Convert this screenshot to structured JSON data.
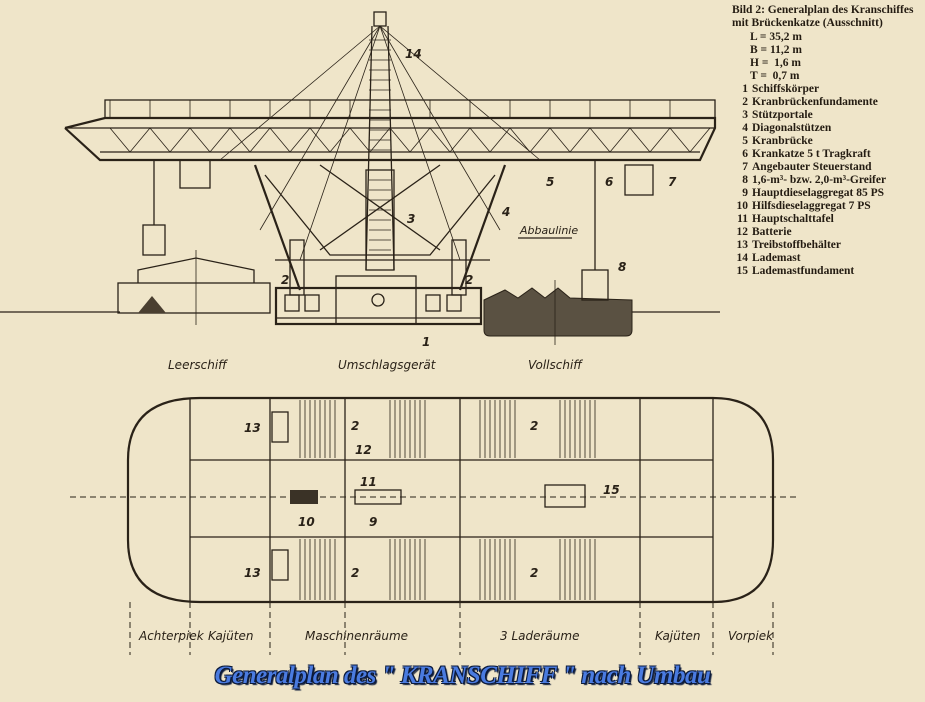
{
  "legend": {
    "caption": "Bild 2: Generalplan des Kranschiffes mit Brückenkatze (Ausschnitt)",
    "dimensions": [
      "L = 35,2 m",
      "B = 11,2 m",
      "H =  1,6 m",
      "T =  0,7 m"
    ],
    "items": [
      {
        "n": "1",
        "text": "Schiffskörper"
      },
      {
        "n": "2",
        "text": "Kranbrückenfundamente"
      },
      {
        "n": "3",
        "text": "Stützportale"
      },
      {
        "n": "4",
        "text": "Diagonalstützen"
      },
      {
        "n": "5",
        "text": "Kranbrücke"
      },
      {
        "n": "6",
        "text": "Krankatze 5 t Tragkraft"
      },
      {
        "n": "7",
        "text": "Angebauter Steuerstand"
      },
      {
        "n": "8",
        "text": "1,6-m³- bzw. 2,0-m³-Greifer"
      },
      {
        "n": "9",
        "text": "Hauptdieselaggregat 85 PS"
      },
      {
        "n": "10",
        "text": "Hilfsdieselaggregat 7 PS"
      },
      {
        "n": "11",
        "text": "Hauptschalttafel"
      },
      {
        "n": "12",
        "text": "Batterie"
      },
      {
        "n": "13",
        "text": "Treibstoffbehälter"
      },
      {
        "n": "14",
        "text": "Lademast"
      },
      {
        "n": "15",
        "text": "Lademastfundament"
      }
    ]
  },
  "elevation": {
    "labels": {
      "empty_ship": "Leerschiff",
      "handling": "Umschlagsgerät",
      "full_ship": "Vollschiff",
      "abbaulinie": "Abbaulinie"
    },
    "callouts": {
      "c14": "14",
      "c5": "5",
      "c6": "6",
      "c7": "7",
      "c3": "3",
      "c4": "4",
      "c2a": "2",
      "c2b": "2",
      "c8": "8",
      "c1": "1"
    }
  },
  "plan": {
    "callouts": {
      "c13a": "13",
      "c13b": "13",
      "c2a": "2",
      "c2b": "2",
      "c2c": "2",
      "c2d": "2",
      "c12": "12",
      "c11": "11",
      "c10": "10",
      "c9": "9",
      "c15": "15"
    },
    "sections": [
      "Achterpiek",
      "Kajüten",
      "Maschinenräume",
      "3 Laderäume",
      "Kajüten",
      "Vorpiek"
    ]
  },
  "title": "Generalplan des \" KRANSCHIFF \" nach Umbau",
  "colors": {
    "paper": "#efe5c9",
    "ink": "#2a2218",
    "title": "#4a7be0"
  }
}
